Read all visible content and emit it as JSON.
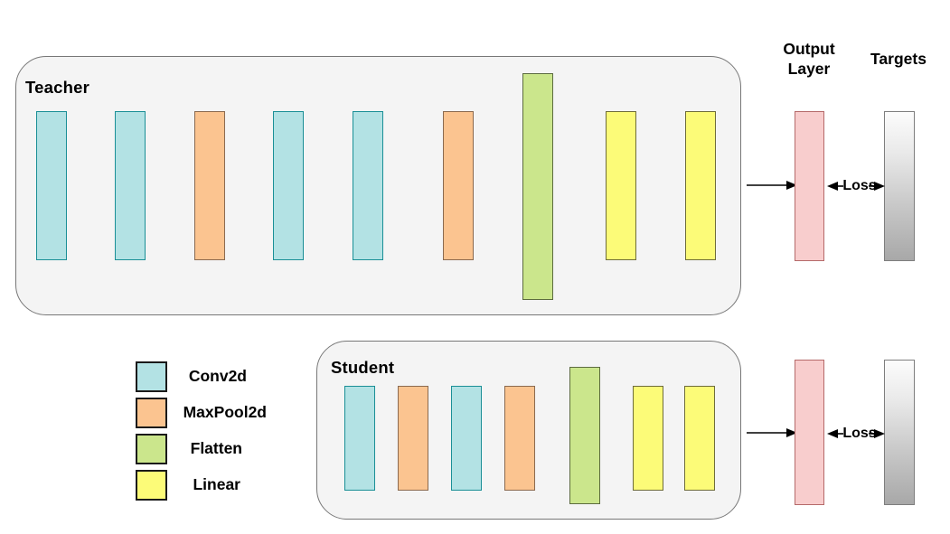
{
  "diagram": {
    "title_columns": [
      {
        "name": "output-layer",
        "text": "Output\nLayer"
      },
      {
        "name": "targets",
        "text": "Targets"
      }
    ],
    "groups": [
      {
        "id": "teacher",
        "label": "Teacher"
      },
      {
        "id": "student",
        "label": "Student"
      }
    ],
    "loss_label_top": "Loss",
    "loss_label_bottom": "Loss",
    "legend": {
      "items": [
        {
          "label": "Conv2d",
          "color": "#b3e2e4",
          "type": "conv"
        },
        {
          "label": "MaxPool2d",
          "color": "#fbc490",
          "type": "pool"
        },
        {
          "label": "Flatten",
          "color": "#cbe68c",
          "type": "flatten"
        },
        {
          "label": "Linear",
          "color": "#fcfb78",
          "type": "linear"
        }
      ]
    },
    "teacher_layers": [
      {
        "type": "conv",
        "label": "Conv2d"
      },
      {
        "type": "conv",
        "label": "Conv2d"
      },
      {
        "type": "pool",
        "label": "MaxPool2d"
      },
      {
        "type": "conv",
        "label": "Conv2d"
      },
      {
        "type": "conv",
        "label": "Conv2d"
      },
      {
        "type": "pool",
        "label": "MaxPool2d"
      },
      {
        "type": "flatten",
        "label": "Flatten"
      },
      {
        "type": "linear",
        "label": "Linear"
      },
      {
        "type": "linear",
        "label": "Linear"
      }
    ],
    "student_layers": [
      {
        "type": "conv",
        "label": "Conv2d"
      },
      {
        "type": "pool",
        "label": "MaxPool2d"
      },
      {
        "type": "conv",
        "label": "Conv2d"
      },
      {
        "type": "pool",
        "label": "MaxPool2d"
      },
      {
        "type": "flatten",
        "label": "Flatten"
      },
      {
        "type": "linear",
        "label": "Linear"
      },
      {
        "type": "linear",
        "label": "Linear"
      }
    ],
    "colors": {
      "conv_fill": "#b3e2e4",
      "pool_fill": "#fbc490",
      "flatten_fill": "#cbe68c",
      "linear_fill": "#fcfb78",
      "output_fill": "#f8cdcd",
      "target_fill_top": "#fcfcfc",
      "target_fill_bottom": "#a8a8a8",
      "group_bg": "#f4f4f4",
      "group_border": "#777777",
      "canvas_bg": "#ffffff"
    }
  }
}
